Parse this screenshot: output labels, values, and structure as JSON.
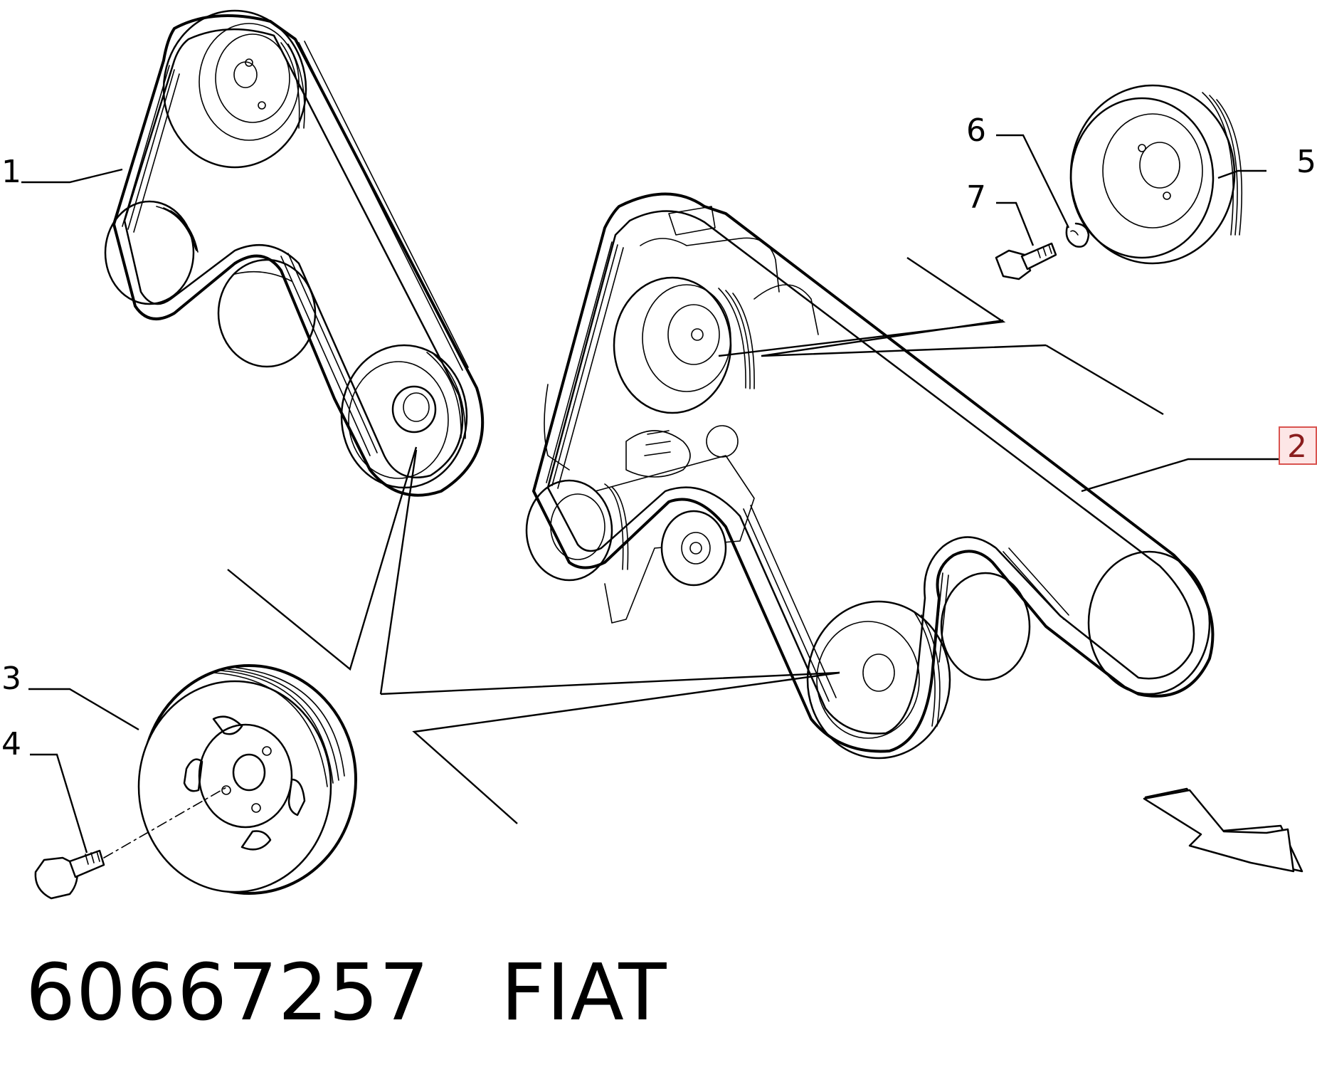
{
  "callouts": [
    {
      "id": "1",
      "label": "1"
    },
    {
      "id": "2",
      "label": "2",
      "highlight": true
    },
    {
      "id": "3",
      "label": "3"
    },
    {
      "id": "4",
      "label": "4"
    },
    {
      "id": "5",
      "label": "5"
    },
    {
      "id": "6",
      "label": "6"
    },
    {
      "id": "7",
      "label": "7"
    }
  ],
  "caption": {
    "part_number": "60667257",
    "brand": "FIAT"
  },
  "colors": {
    "ink": "#000000",
    "highlight_fill": "#fde6e6",
    "highlight_border": "#d9534f",
    "highlight_text": "#8a1d1d"
  },
  "icons": [
    "direction-arrow-icon"
  ]
}
